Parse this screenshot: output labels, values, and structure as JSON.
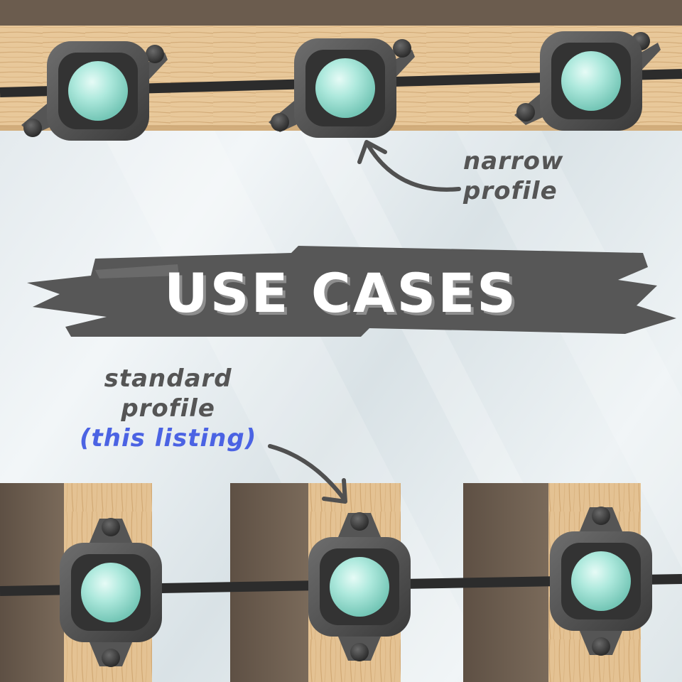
{
  "banner": {
    "title": "USE CASES"
  },
  "annotations": {
    "narrow": {
      "line1": "narrow",
      "line2": "profile"
    },
    "standard": {
      "line1": "standard",
      "line2": "profile",
      "note": "(this listing)"
    }
  },
  "colors": {
    "wood_light": "#e6c496",
    "wood_dark": "#6a5a4c",
    "housing": "#4f4f4f",
    "lens": "#a9e8dc",
    "cable": "#2e2e2e",
    "banner": "#565656",
    "label_text": "#555555",
    "accent_text": "#4b63e3"
  }
}
